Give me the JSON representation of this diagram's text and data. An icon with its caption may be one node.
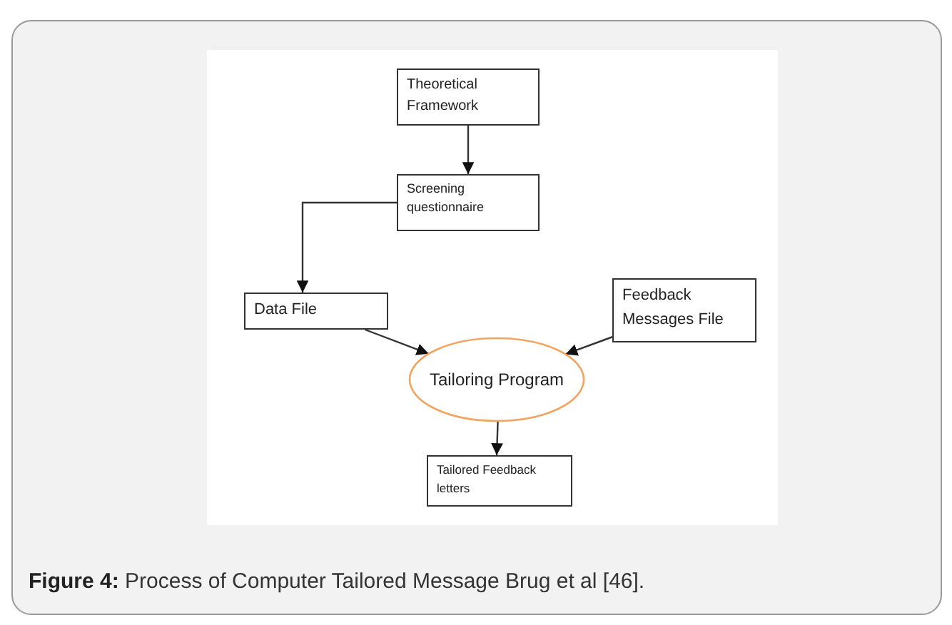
{
  "diagram": {
    "caption": "**Figure 4:** Process of Computer Tailored Message Brug et al [46].",
    "nodes": [
      {
        "text": [
          "Theoretical Framework"
        ]
      },
      {
        "text": [
          "Screening questionnaire"
        ]
      },
      {
        "text": [
          "Data File"
        ]
      },
      {
        "text": [
          "Feedback Messages File"
        ]
      },
      {
        "text": [
          "Tailoring Program"
        ]
      },
      {
        "text": [
          "Tailored Feedback letters"
        ]
      }
    ],
    "edges": [
      {
        "from": 0,
        "to": 1,
        "arrow": "to"
      },
      {
        "from": 1,
        "to": 2,
        "arrow": "to"
      },
      {
        "from": 2,
        "to": 4,
        "arrow": "to"
      },
      {
        "from": 3,
        "to": 4,
        "arrow": "to"
      },
      {
        "from": 4,
        "to": 5,
        "arrow": "to"
      }
    ]
  }
}
